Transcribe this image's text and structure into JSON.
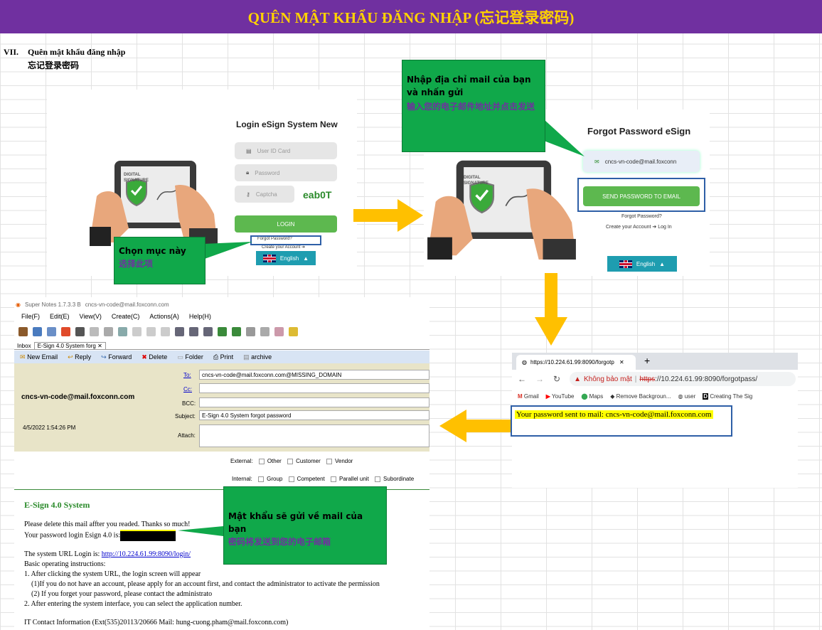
{
  "banner": {
    "title": "QUÊN MẬT KHẨU ĐĂNG NHẬP (忘记登录密码)"
  },
  "section": {
    "number": "VII.",
    "title_vi": "Quên mật khẩu đăng nhập",
    "title_cn": "忘记登录密码"
  },
  "login": {
    "title": "Login eSign System New",
    "userid_placeholder": "User ID Card",
    "password_placeholder": "Password",
    "captcha_placeholder": "Captcha",
    "captcha_code": "eab0T",
    "login_button": "LOGIN",
    "forgot_link": "Forgot Password?",
    "create_link": "Create your Account",
    "language": "English",
    "illustration_text": "DIGITAL SIGNATURE"
  },
  "callout1": {
    "vi": "Chọn mục này",
    "cn": "选择此项"
  },
  "callout2": {
    "vi": "Nhập địa chỉ mail của bạn và nhấn gửi",
    "cn": "输入您的电子邮件地址并点击发送"
  },
  "callout3": {
    "vi": "Mật khẩu sẽ gửi về mail của bạn",
    "cn": "密码将发送到您的电子邮箱"
  },
  "forgot": {
    "title": "Forgot Password eSign",
    "email": "cncs-vn-code@mail.foxconn",
    "send_button": "SEND PASSWORD TO EMAIL",
    "forgot_link": "Forgot Password?",
    "create_link": "Create your Account",
    "login_link": "Log In",
    "language": "English"
  },
  "browser": {
    "tab_title": "https://10.224.61.99:8090/forgotp",
    "insecure": "Không bảo mật",
    "url_scheme": "https",
    "url_rest": "://10.224.61.99:8090/forgotpass/",
    "bookmarks": [
      "Gmail",
      "YouTube",
      "Maps",
      "Remove Backgroun...",
      "user",
      "Creating The Sig"
    ],
    "message": "Your password sent to mail: cncs-vn-code@mail.foxconn.com"
  },
  "notes": {
    "app_title": "Super Notes 1.7.3.3 B",
    "account": "cncs-vn-code@mail.foxconn.com",
    "menu": [
      "File(F)",
      "Edit(E)",
      "View(V)",
      "Create(C)",
      "Actions(A)",
      "Help(H)"
    ],
    "tabs": [
      "Inbox",
      "E-Sign 4.0 System forg"
    ],
    "actions": [
      "New Email",
      "Reply",
      "Forward",
      "Delete",
      "Folder",
      "Print",
      "archive"
    ],
    "sender": "cncs-vn-code@mail.foxconn.com",
    "date": "4/5/2022 1:54:26 PM",
    "to_label": "To:",
    "to_value": "cncs-vn-code@mail.foxconn.com@MISSING_DOMAIN",
    "cc_label": "Cc:",
    "bcc_label": "BCC:",
    "subject_label": "Subject:",
    "subject_value": "E-Sign 4.0 System forgot password",
    "attach_label": "Attach:",
    "external_label": "External:",
    "external_opts": [
      "Other",
      "Customer",
      "Vendor"
    ],
    "internal_label": "Internal:",
    "internal_opts": [
      "Group",
      "Competent",
      "Parallel unit",
      "Subordinate"
    ],
    "body_title": "E-Sign 4.0 System",
    "body_lines": [
      "Please delete this mail affter you readed. Thanks so much!",
      "Your password login Esign 4.0 is:"
    ],
    "url_prefix": "The system URL Login is: ",
    "url": "http://10.224.61.99:8090/login/",
    "instructions": [
      "Basic operating instructions:",
      "1. After clicking the system URL, the login screen will appear",
      "(1)If you do not have an account, please apply for an account first, and contact the administrator to activate the permission",
      "(2) If you forget your password, please contact the administrato",
      "2. After entering the system interface, you can select the application number."
    ],
    "it_contact": "IT Contact Information (Ext(535)20113/20666 Mail: hung-cuong.pham@mail.foxconn.com)"
  },
  "colors": {
    "banner_bg": "#7030a0",
    "banner_text": "#ffd200",
    "callout_bg": "#10a84a",
    "arrow": "#ffc000",
    "button_green": "#5db84f",
    "box_blue": "#2e5fa7"
  }
}
